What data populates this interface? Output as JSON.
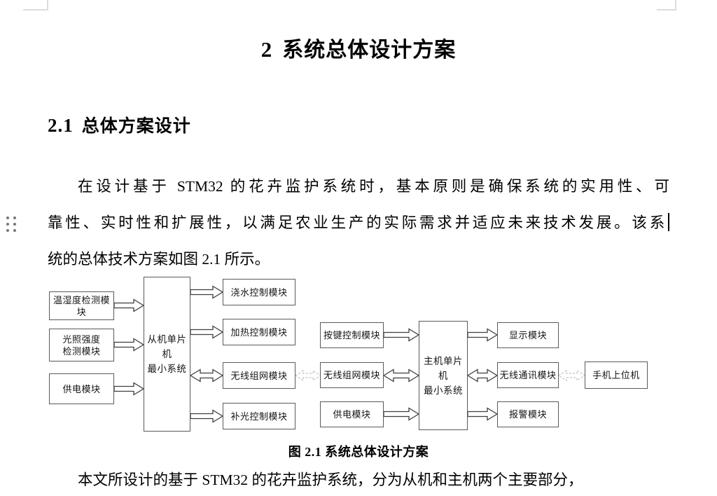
{
  "page": {
    "title_number": "2",
    "title_text": "系统总体设计方案",
    "section_number": "2.1",
    "section_text": "总体方案设计",
    "para1_line1": "在设计基于 STM32 的花卉监护系统时，基本原则是确保系统的实用性、可",
    "para1_line2": "靠性、实时性和扩展性，以满足农业生产的实际需求并适应未来技术发展。该系",
    "para1_line3": "统的总体技术方案如图 2.1 所示。",
    "figure_caption": "图 2.1  系统总体设计方案",
    "para2": "本文所设计的基于 STM32 的花卉监护系统，分为从机和主机两个主要部分，"
  },
  "diagram": {
    "temp_humidity": "温湿度检测模块",
    "light_line1": "光照强度",
    "light_line2": "检测模块",
    "slave_power": "供电模块",
    "slave_mcu_line1": "从机单片机",
    "slave_mcu_line2": "最小系统",
    "watering": "浇水控制模块",
    "heating": "加热控制模块",
    "slave_wireless": "无线组网模块",
    "fill_light": "补光控制模块",
    "key_control": "按键控制模块",
    "master_wireless": "无线组网模块",
    "master_power": "供电模块",
    "master_mcu_line1": "主机单片机",
    "master_mcu_line2": "最小系统",
    "display": "显示模块",
    "wireless_comm": "无线通讯模块",
    "alarm": "报警模块",
    "phone_host": "手机上位机"
  },
  "colors": {
    "text": "#000000",
    "box_border": "#595959",
    "arrow_stroke": "#3f3f3f",
    "dashed_arrow": "#c2c2c2",
    "corner_mark": "#dcdcdc",
    "handle_dots": "#787878"
  }
}
